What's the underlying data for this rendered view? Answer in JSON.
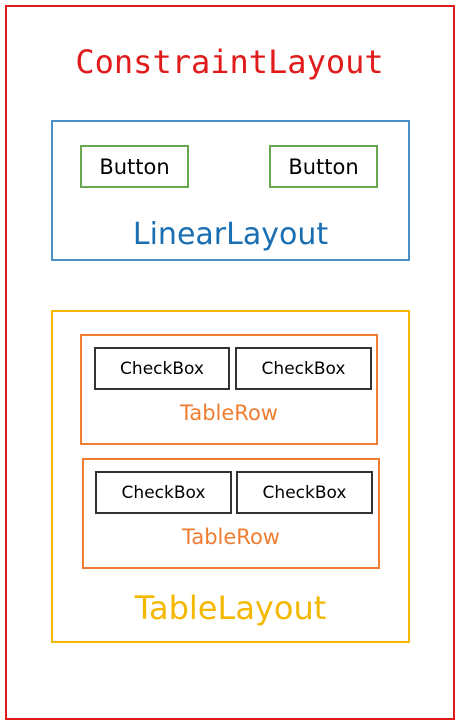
{
  "constraint_layout": {
    "label": "ConstraintLayout",
    "color": "#e11b1b"
  },
  "linear_layout": {
    "label": "LinearLayout",
    "color": "#1a6fb3",
    "buttons": [
      {
        "label": "Button"
      },
      {
        "label": "Button"
      }
    ]
  },
  "table_layout": {
    "label": "TableLayout",
    "color": "#f5b800",
    "rows": [
      {
        "label": "TableRow",
        "checkboxes": [
          {
            "label": "CheckBox"
          },
          {
            "label": "CheckBox"
          }
        ]
      },
      {
        "label": "TableRow",
        "checkboxes": [
          {
            "label": "CheckBox"
          },
          {
            "label": "CheckBox"
          }
        ]
      }
    ]
  },
  "colors": {
    "button_border": "#6aa84f",
    "row_border": "#ee7d31",
    "checkbox_border": "#333333"
  }
}
